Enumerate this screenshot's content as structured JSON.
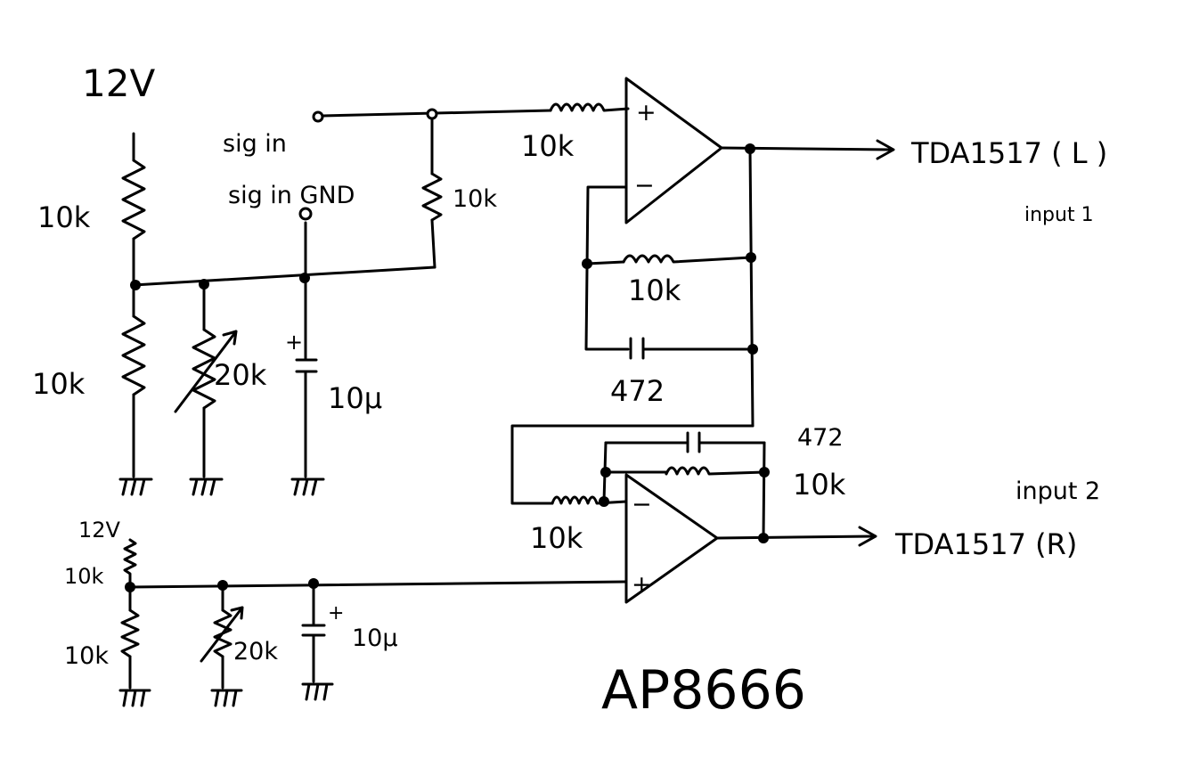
{
  "supply": {
    "main": "12V",
    "bias2": "12V"
  },
  "inputs": {
    "signal": "sig in",
    "signal_gnd": "sig in GND"
  },
  "bias1": {
    "r_top": "10k",
    "r_bottom": "10k",
    "trimmer": "20k",
    "cap": "10μ",
    "cap_polarity": "+",
    "r_input": "10k"
  },
  "amp1": {
    "r_in": "10k",
    "r_feedback": "10k",
    "c_feedback": "472",
    "plus": "+",
    "minus": "−",
    "output": "TDA1517 ( L )",
    "output_note": "input 1"
  },
  "amp2": {
    "r_in": "10k",
    "r_feedback": "10k",
    "c_feedback": "472",
    "plus": "+",
    "minus": "−",
    "output": "TDA1517 (R)",
    "output_note": "input 2"
  },
  "bias2": {
    "r_top": "10k",
    "r_bottom": "10k",
    "trimmer": "20k",
    "cap": "10μ",
    "cap_polarity": "+"
  },
  "part_number": "AP8666"
}
